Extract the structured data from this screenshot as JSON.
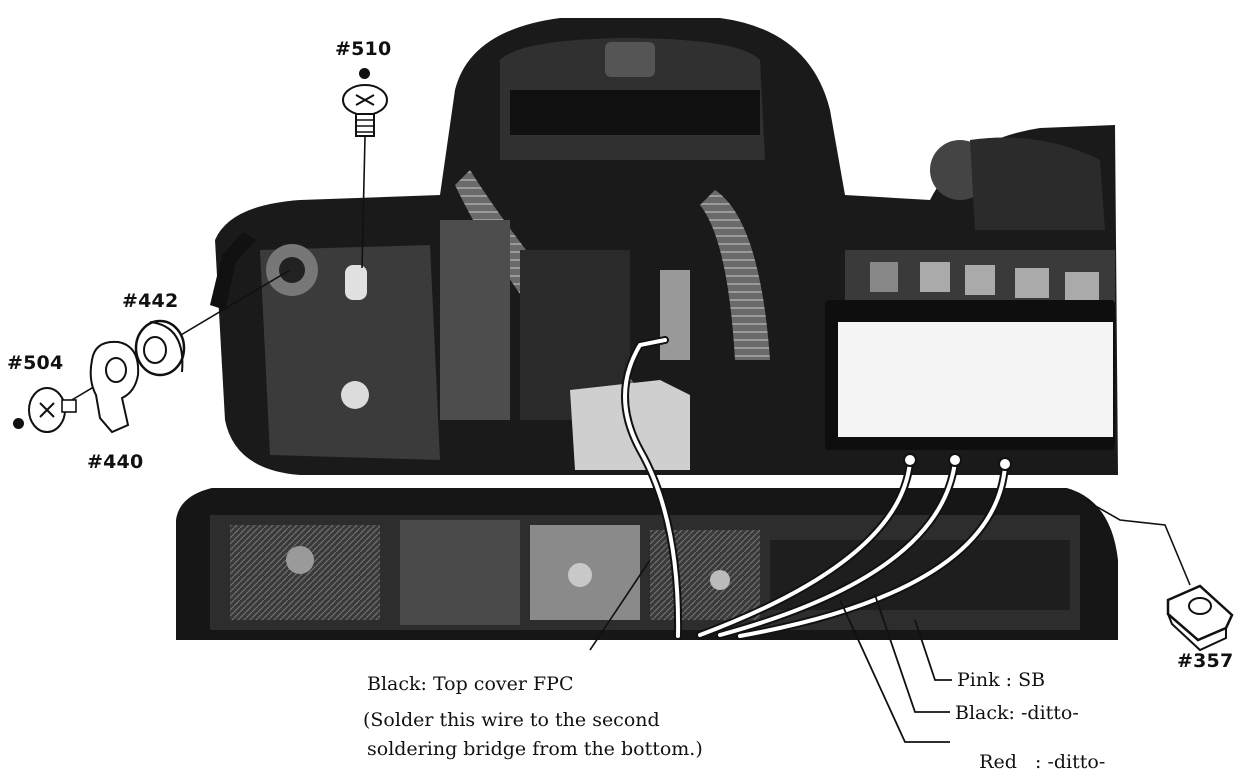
{
  "parts": {
    "p510": "#510",
    "p442": "#442",
    "p504": "#504",
    "p440": "#440",
    "p357": "#357"
  },
  "notes": {
    "fpc_line1": "Black: Top cover FPC",
    "fpc_line2": "(Solder this wire to the second",
    "fpc_line3": "soldering bridge from the bottom.)"
  },
  "wires": [
    {
      "color_name": "Pink",
      "sep": " : ",
      "target": "SB"
    },
    {
      "color_name": "Black",
      "sep": ": ",
      "target": "-ditto-"
    },
    {
      "color_name": "Red",
      "sep": "   : ",
      "target": "-ditto-"
    }
  ],
  "colors": {
    "ink": "#111111",
    "paper": "#ffffff",
    "body_dark": "#1c1c1c",
    "body_mid": "#5a5a5a",
    "lcd": "#f4f4f4"
  }
}
